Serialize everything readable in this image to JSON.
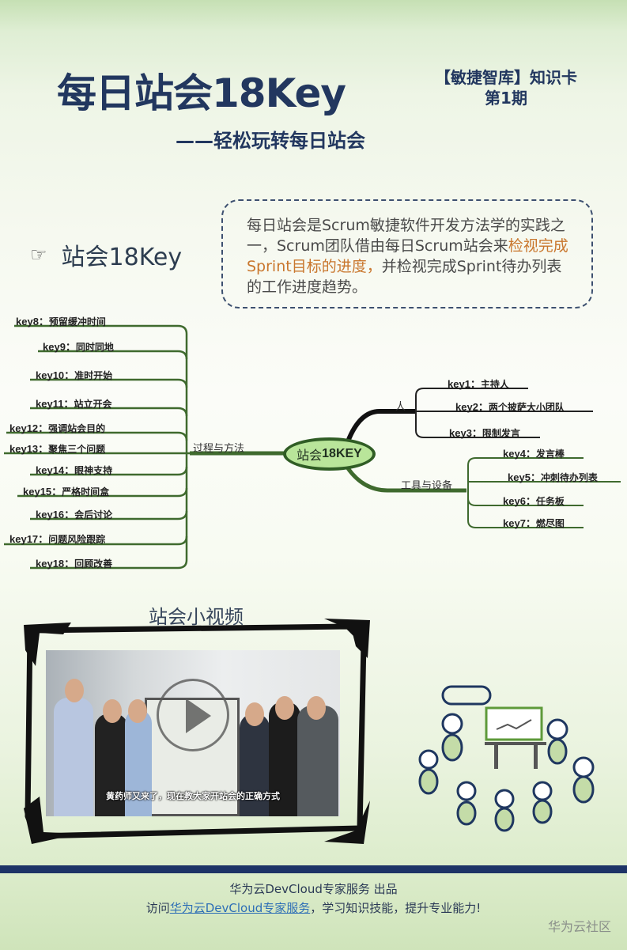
{
  "header": {
    "title": "每日站会18Key",
    "series_line1": "【敏捷智库】知识卡",
    "series_line2": "第1期",
    "subtitle": "——轻松玩转每日站会"
  },
  "section": {
    "icon": "pointing-hand-icon",
    "heading": "站会18Key"
  },
  "intro": {
    "text_before": "每日站会是Scrum敏捷软件开发方法学的实践之一，Scrum团队借由每日Scrum站会来",
    "highlight": "检视完成Sprint目标的进度，",
    "text_after": "并检视完成Sprint待办列表的工作进度趋势。",
    "highlight_color": "#c9772e"
  },
  "mindmap": {
    "center": {
      "prefix": "站会",
      "suffix": "18KEY"
    },
    "branches": {
      "people": "人",
      "tools": "工具与设备",
      "process": "过程与方法"
    },
    "people_keys": [
      {
        "key": "key1：",
        "text": "主持人"
      },
      {
        "key": "key2：",
        "text": "两个披萨大小团队"
      },
      {
        "key": "key3：",
        "text": "限制发言"
      }
    ],
    "tool_keys": [
      {
        "key": "key4：",
        "text": "发言棒"
      },
      {
        "key": "key5：",
        "text": "冲刺待办列表"
      },
      {
        "key": "key6：",
        "text": "任务板"
      },
      {
        "key": "key7：",
        "text": "燃尽图"
      }
    ],
    "process_keys": [
      {
        "key": "key8：",
        "text": "预留缓冲时间"
      },
      {
        "key": "key9：",
        "text": "同时同地"
      },
      {
        "key": "key10：",
        "text": "准时开始"
      },
      {
        "key": "key11：",
        "text": "站立开会"
      },
      {
        "key": "key12：",
        "text": "强调站会目的"
      },
      {
        "key": "key13：",
        "text": "聚焦三个问题"
      },
      {
        "key": "key14：",
        "text": "眼神支持"
      },
      {
        "key": "key15：",
        "text": "严格时间盒"
      },
      {
        "key": "key16：",
        "text": "会后讨论"
      },
      {
        "key": "key17：",
        "text": "问题风险跟踪"
      },
      {
        "key": "key18：",
        "text": "回顾改善"
      }
    ],
    "colors": {
      "branch": "#3f6a2e",
      "people_branch": "#111111",
      "node_fill": "#b9e59a"
    }
  },
  "video": {
    "title": "站会小视频",
    "caption": "黄药师又来了，现在教大家开站会的正确方式",
    "play_icon": "play-icon"
  },
  "illustration": {
    "icon": "team-standup-illustration"
  },
  "footer": {
    "line1": "华为云DevCloud专家服务 出品",
    "line2_prefix": "访问",
    "line2_link": "华为云DevCloud专家服务",
    "line2_suffix": "，学习知识技能，提升专业能力!",
    "watermark": "华为云社区",
    "bar_color": "#1d3366"
  }
}
